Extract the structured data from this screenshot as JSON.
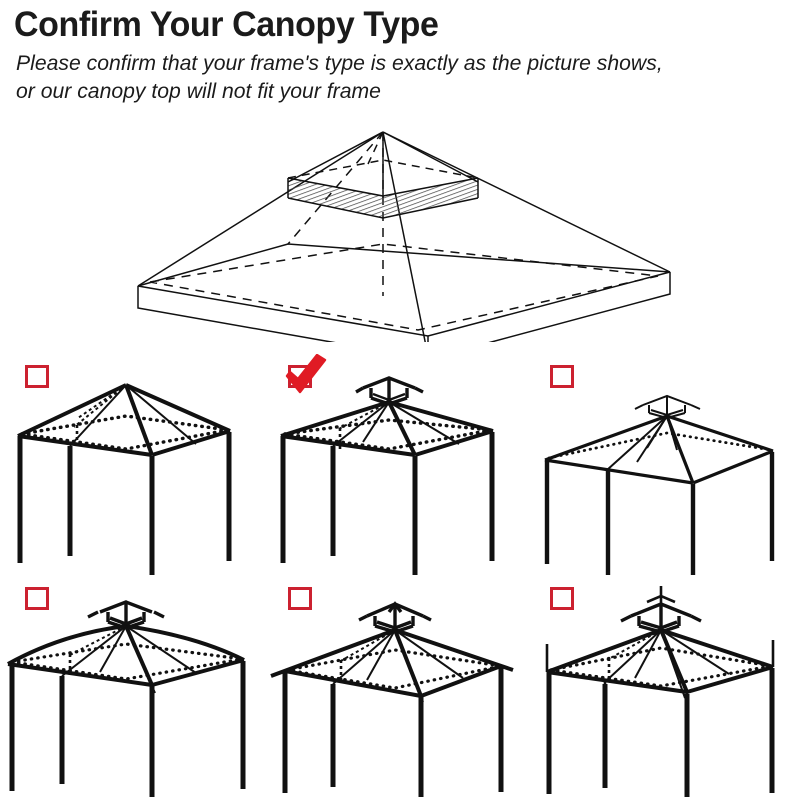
{
  "header": {
    "title": "Confirm Your Canopy Type",
    "subtitle_line1": "Please confirm that your frame's type is exactly as the picture shows,",
    "subtitle_line2": "or our canopy top will not fit your frame"
  },
  "colors": {
    "checkbox_border": "#cc2130",
    "checkmark": "#e01b24",
    "line": "#111111",
    "background": "#ffffff",
    "text": "#1b1b1b"
  },
  "hero": {
    "name": "two-tier-canopy-top-illustration",
    "description": "Isometric line drawing of a two-tier gazebo canopy top with a vented upper tier",
    "style": "line-drawing",
    "tiers": 2,
    "has_mesh_vent_band": true
  },
  "options": [
    {
      "id": "option-1",
      "row": 0,
      "column": 0,
      "checked": false,
      "frame_style": "single-tier-peaked-roof",
      "has_vent_cap": false,
      "roof_profile": "straight",
      "finials": false,
      "posts": 4
    },
    {
      "id": "option-2",
      "row": 0,
      "column": 1,
      "checked": true,
      "frame_style": "two-tier-peaked-roof-with-vent-cap",
      "has_vent_cap": true,
      "roof_profile": "straight",
      "finials": false,
      "posts": 4
    },
    {
      "id": "option-3",
      "row": 0,
      "column": 2,
      "checked": false,
      "frame_style": "two-tier-low-pitch-roof-with-vent-cap",
      "has_vent_cap": true,
      "roof_profile": "shallow",
      "finials": false,
      "posts": 4
    },
    {
      "id": "option-4",
      "row": 1,
      "column": 0,
      "checked": false,
      "frame_style": "two-tier-curved-roof-with-vent-cap",
      "has_vent_cap": true,
      "roof_profile": "curved",
      "finials": false,
      "posts": 4
    },
    {
      "id": "option-5",
      "row": 1,
      "column": 1,
      "checked": false,
      "frame_style": "two-tier-roof-with-overhanging-eaves",
      "has_vent_cap": true,
      "roof_profile": "straight-overhang",
      "finials": false,
      "posts": 4
    },
    {
      "id": "option-6",
      "row": 1,
      "column": 2,
      "checked": false,
      "frame_style": "two-tier-roof-with-finials",
      "has_vent_cap": true,
      "roof_profile": "straight",
      "finials": true,
      "posts": 4
    }
  ]
}
